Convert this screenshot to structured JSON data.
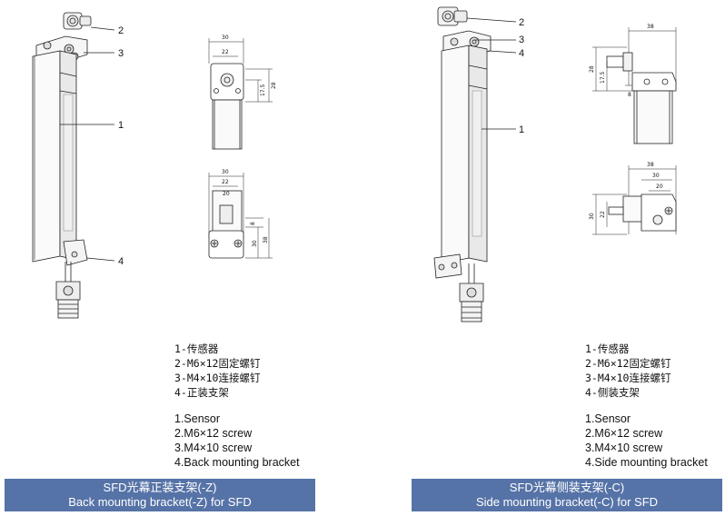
{
  "panels": [
    {
      "callouts": [
        "2",
        "3",
        "1",
        "4"
      ],
      "views": [
        {
          "dims": [
            "30",
            "22",
            "28",
            "17.5"
          ]
        },
        {
          "dims": [
            "30",
            "22",
            "20",
            "8",
            "30",
            "38"
          ]
        }
      ],
      "legend_cn": [
        "1-传感器",
        "2-M6×12固定螺钉",
        "3-M4×10连接螺钉",
        "4-正装支架"
      ],
      "legend_en": [
        "1.Sensor",
        "2.M6×12 screw",
        "3.M4×10 screw",
        "4.Back mounting bracket"
      ],
      "banner": {
        "line1": "SFD光幕正装支架(-Z)",
        "line2": "Back mounting bracket(-Z) for SFD"
      }
    },
    {
      "callouts": [
        "2",
        "3",
        "4",
        "1"
      ],
      "views": [
        {
          "dims": [
            "38",
            "28",
            "17.5",
            "8"
          ]
        },
        {
          "dims": [
            "38",
            "30",
            "20",
            "30",
            "22"
          ]
        }
      ],
      "legend_cn": [
        "1-传感器",
        "2-M6×12固定螺钉",
        "3-M4×10连接螺钉",
        "4-侧装支架"
      ],
      "legend_en": [
        "1.Sensor",
        "2.M6×12 screw",
        "3.M4×10 screw",
        "4.Side mounting bracket"
      ],
      "banner": {
        "line1": "SFD光幕侧装支架(-C)",
        "line2": "Side mounting bracket(-C) for SFD"
      }
    }
  ]
}
